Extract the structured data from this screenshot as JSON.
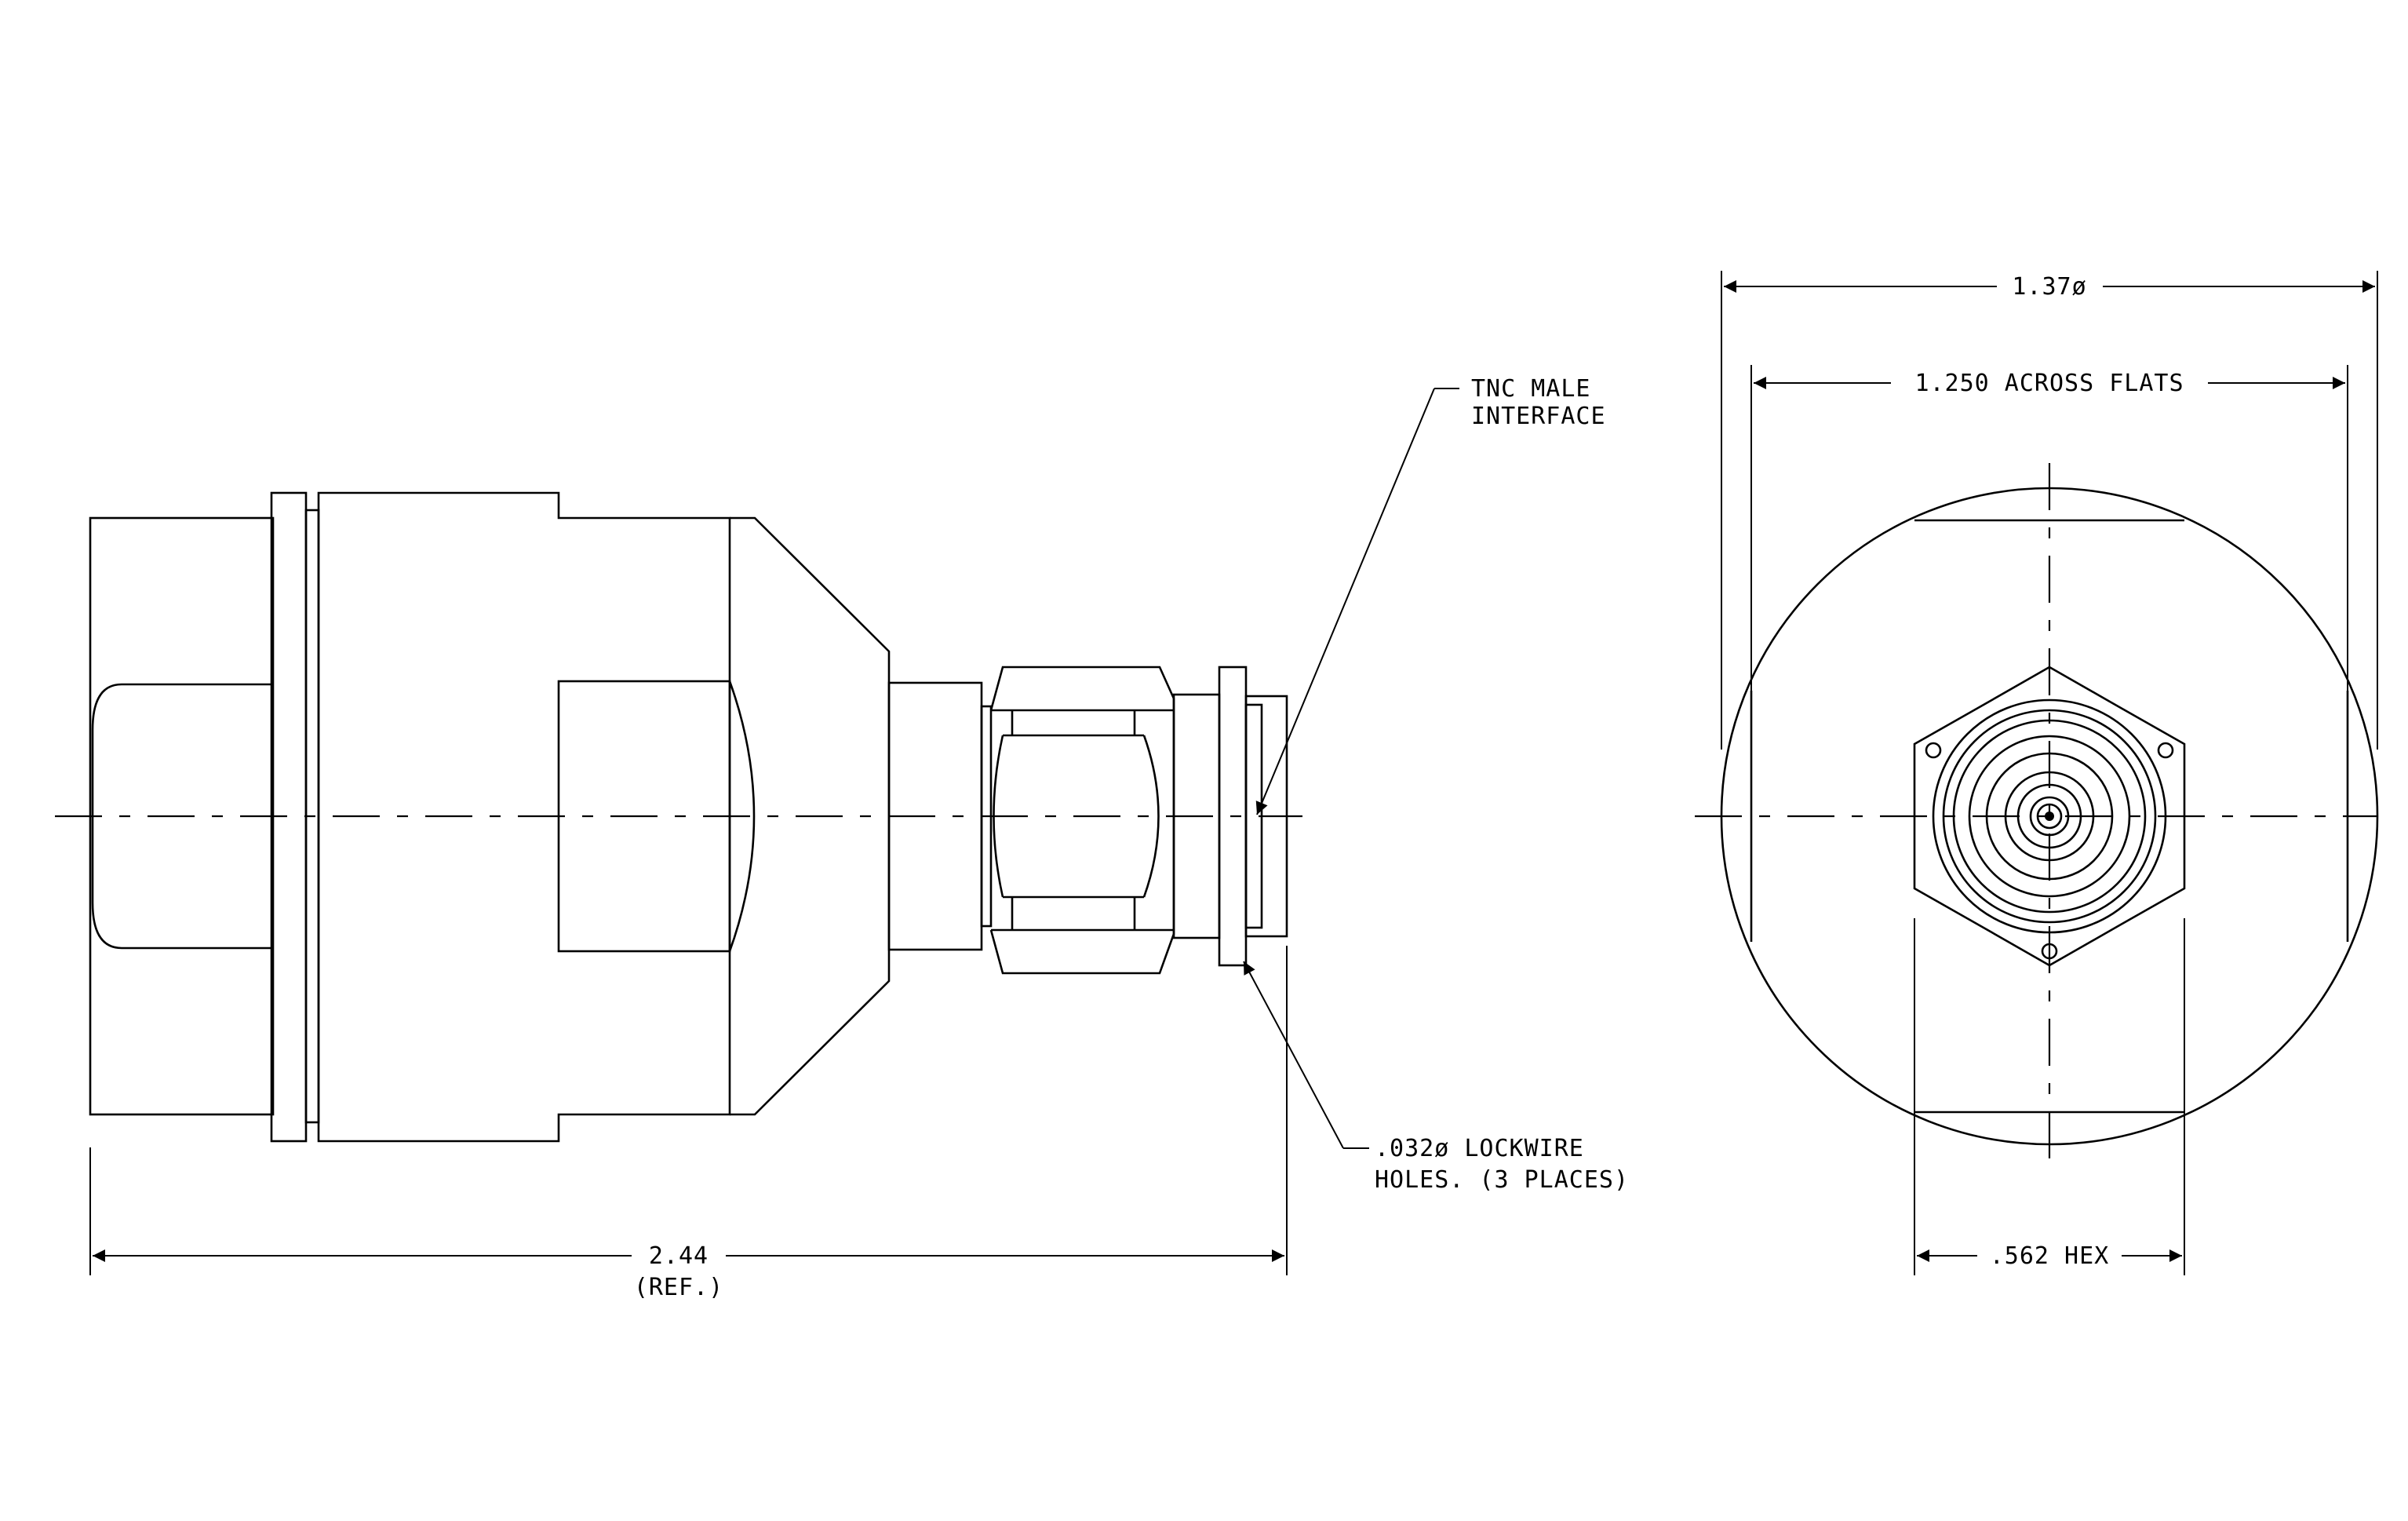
{
  "colors": {
    "ink": "#000000",
    "paper": "#ffffff"
  },
  "labels": {
    "length": "2.44",
    "length_ref": "(REF.)",
    "interface_line1": "TNC MALE",
    "interface_line2": "INTERFACE",
    "lockwire_line1": ".032ø LOCKWIRE",
    "lockwire_line2": "HOLES. (3 PLACES)",
    "diameter": "1.37ø",
    "across_flats": "1.250 ACROSS FLATS",
    "hex": ".562 HEX"
  }
}
